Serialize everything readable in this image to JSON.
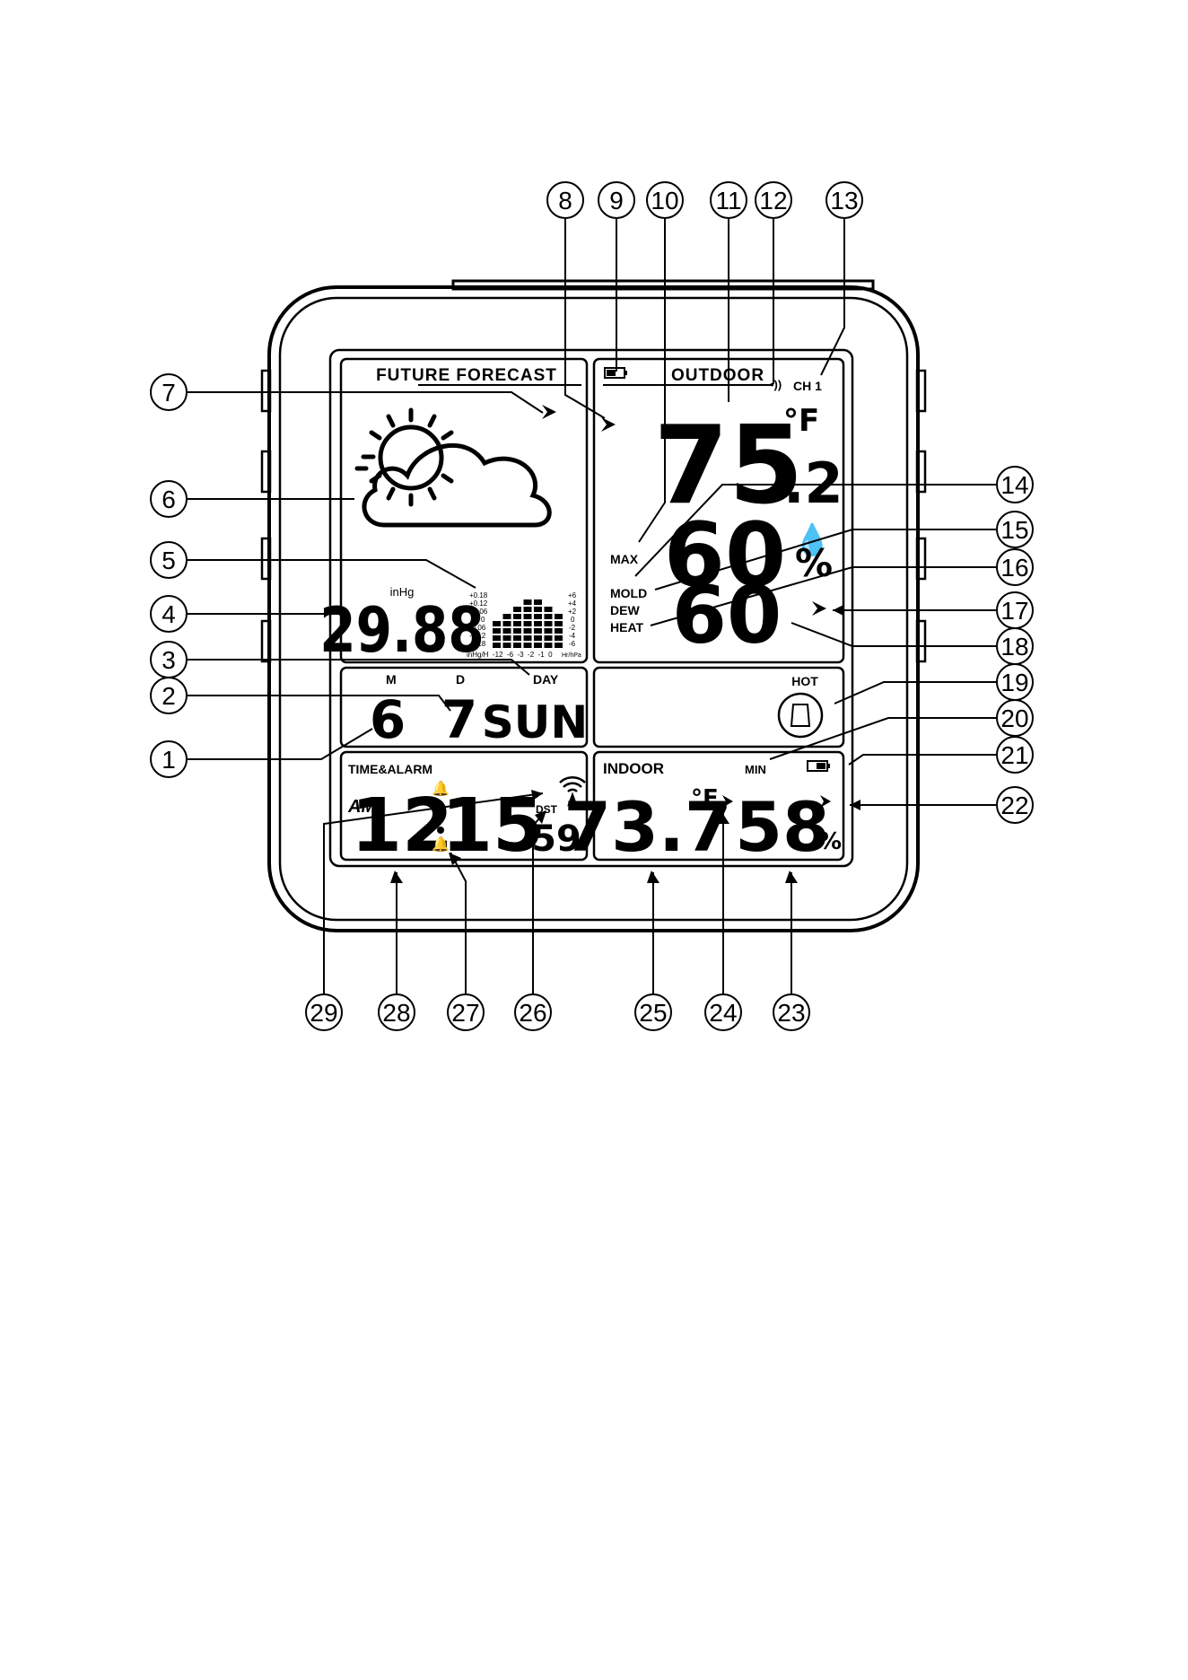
{
  "forecast": {
    "title": "FUTURE FORECAST"
  },
  "pressure": {
    "unit_top": "inHg",
    "value": "29.88",
    "inhg_levels": [
      "+0.18",
      "+0.12",
      "+0.06",
      "0",
      "-0.06",
      "-0.12",
      "-0.18"
    ],
    "hpa_levels": [
      "+6",
      "+4",
      "+2",
      "0",
      "-2",
      "-4",
      "-6"
    ],
    "hours_axis": "inHg/H  -12  -6  -3  -2  -1  0",
    "hpa_unit": "Hr/hPa"
  },
  "date": {
    "month_label": "M",
    "day_label": "D",
    "weekday_label": "DAY",
    "month": "6",
    "day": "7",
    "weekday": "SUN"
  },
  "clock": {
    "section": "TIME&ALARM",
    "ampm": "AM",
    "hour": "12",
    "minute": "15",
    "seconds": "59",
    "dst": "DST"
  },
  "outdoor": {
    "section": "OUTDOOR",
    "channel": "CH 1",
    "temp_whole": "75",
    "temp_decimal": ".2",
    "temp_unit": "°F",
    "humidity": "60",
    "humidity_unit": "%",
    "extra_value": "60",
    "max_label": "MAX",
    "mold_label": "MOLD",
    "dew_label": "DEW",
    "heat_label": "HEAT"
  },
  "comfort": {
    "label": "HOT"
  },
  "indoor": {
    "section": "INDOOR",
    "min_label": "MIN",
    "temp": "73.7",
    "temp_unit": "°F",
    "humidity": "58",
    "humidity_unit": "%"
  },
  "callouts": [
    "1",
    "2",
    "3",
    "4",
    "5",
    "6",
    "7",
    "8",
    "9",
    "10",
    "11",
    "12",
    "13",
    "14",
    "15",
    "16",
    "17",
    "18",
    "19",
    "20",
    "21",
    "22",
    "23",
    "24",
    "25",
    "26",
    "27",
    "28",
    "29"
  ]
}
